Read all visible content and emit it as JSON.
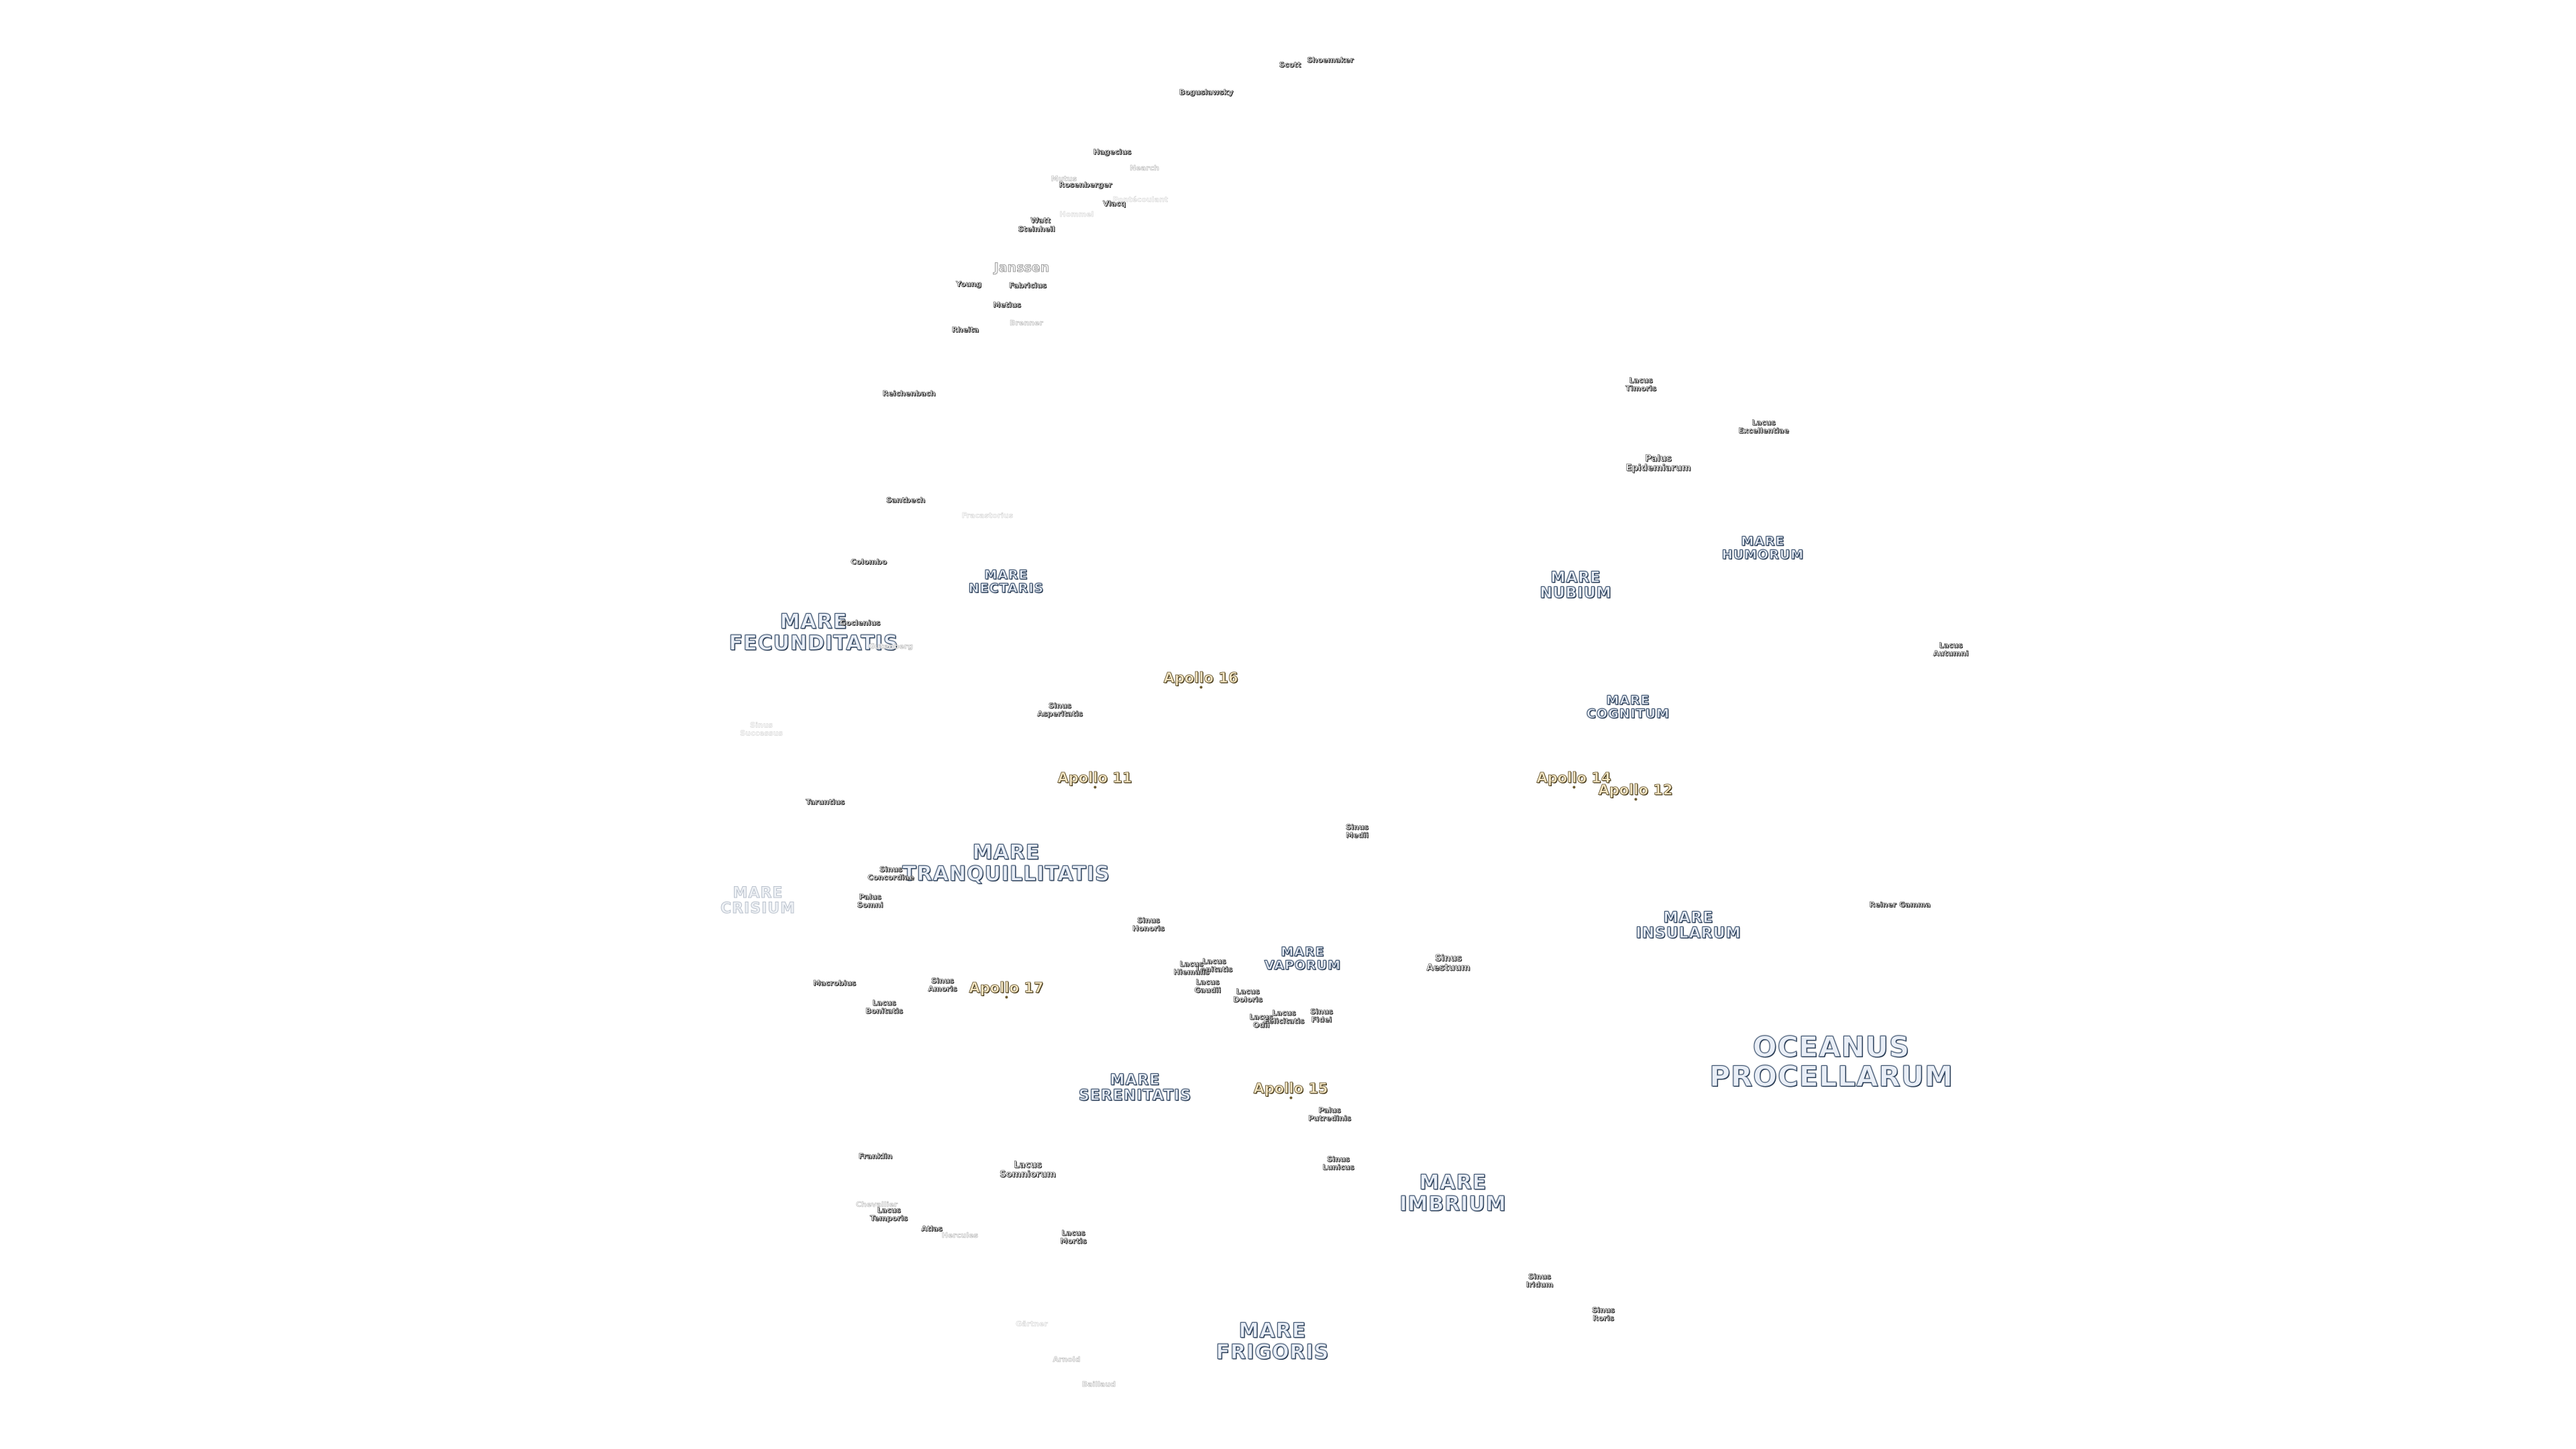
{
  "oceans": [
    {
      "id": "oceanus-procellarum",
      "lines": [
        "OCEANUS",
        "PROCELLARUM"
      ]
    }
  ],
  "maria": [
    {
      "id": "mare-fecunditatis",
      "lines": [
        "MARE",
        "FECUNDITATIS"
      ]
    },
    {
      "id": "mare-nectaris",
      "lines": [
        "MARE",
        "NECTARIS"
      ]
    },
    {
      "id": "mare-nubium",
      "lines": [
        "MARE",
        "NUBIUM"
      ]
    },
    {
      "id": "mare-humorum",
      "lines": [
        "MARE",
        "HUMORUM"
      ]
    },
    {
      "id": "mare-cognitum",
      "lines": [
        "MARE",
        "COGNITUM"
      ]
    },
    {
      "id": "mare-tranquillitatis",
      "lines": [
        "MARE",
        "TRANQUILLITATIS"
      ]
    },
    {
      "id": "mare-crisium",
      "lines": [
        "MARE",
        "CRISIUM"
      ]
    },
    {
      "id": "mare-insularum",
      "lines": [
        "MARE",
        "INSULARUM"
      ]
    },
    {
      "id": "mare-vaporum",
      "lines": [
        "MARE",
        "VAPORUM"
      ]
    },
    {
      "id": "mare-serenitatis",
      "lines": [
        "MARE",
        "SERENITATIS"
      ]
    },
    {
      "id": "mare-imbrium",
      "lines": [
        "MARE",
        "IMBRIUM"
      ]
    },
    {
      "id": "mare-frigoris",
      "lines": [
        "MARE",
        "FRIGORIS"
      ]
    }
  ],
  "apollo_sites": [
    {
      "id": "apollo-16",
      "label": "Apollo 16"
    },
    {
      "id": "apollo-11",
      "label": "Apollo 11"
    },
    {
      "id": "apollo-14",
      "label": "Apollo 14"
    },
    {
      "id": "apollo-12",
      "label": "Apollo 12"
    },
    {
      "id": "apollo-17",
      "label": "Apollo 17"
    },
    {
      "id": "apollo-15",
      "label": "Apollo 15"
    }
  ],
  "features": [
    {
      "id": "scott",
      "lines": [
        "Scott"
      ]
    },
    {
      "id": "shoemaker",
      "lines": [
        "Shoemaker"
      ]
    },
    {
      "id": "boguslawsky",
      "lines": [
        "Boguslawsky"
      ]
    },
    {
      "id": "hagecius",
      "lines": [
        "Hagecius"
      ]
    },
    {
      "id": "pontecoulant",
      "lines": [
        "Pontécoulant"
      ]
    },
    {
      "id": "nearch",
      "lines": [
        "Nearch"
      ]
    },
    {
      "id": "mutus",
      "lines": [
        "Mutus"
      ]
    },
    {
      "id": "rosenberger",
      "lines": [
        "Rosenberger"
      ]
    },
    {
      "id": "vlacq",
      "lines": [
        "Vlacq"
      ]
    },
    {
      "id": "hommel",
      "lines": [
        "Hommel"
      ]
    },
    {
      "id": "watt",
      "lines": [
        "Watt"
      ]
    },
    {
      "id": "steinheil",
      "lines": [
        "Steinheil"
      ]
    },
    {
      "id": "janssen",
      "lines": [
        "Janssen"
      ]
    },
    {
      "id": "young",
      "lines": [
        "Young"
      ]
    },
    {
      "id": "fabricius",
      "lines": [
        "Fabricius"
      ]
    },
    {
      "id": "metius",
      "lines": [
        "Metius"
      ]
    },
    {
      "id": "brenner",
      "lines": [
        "Brenner"
      ]
    },
    {
      "id": "rheita",
      "lines": [
        "Rheita"
      ]
    },
    {
      "id": "reichenbach",
      "lines": [
        "Reichenbach"
      ]
    },
    {
      "id": "santbech",
      "lines": [
        "Santbech"
      ]
    },
    {
      "id": "fracastorius",
      "lines": [
        "Fracastorius"
      ]
    },
    {
      "id": "colombo",
      "lines": [
        "Colombo"
      ]
    },
    {
      "id": "goclenius",
      "lines": [
        "Goclenius"
      ]
    },
    {
      "id": "gutenberg",
      "lines": [
        "Gutenberg"
      ]
    },
    {
      "id": "sinus-successus",
      "lines": [
        "Sinus",
        "Successus"
      ]
    },
    {
      "id": "sinus-asperitatis",
      "lines": [
        "Sinus",
        "Asperitatis"
      ]
    },
    {
      "id": "taruntius",
      "lines": [
        "Taruntius"
      ]
    },
    {
      "id": "sinus-medii",
      "lines": [
        "Sinus",
        "Medii"
      ]
    },
    {
      "id": "sinus-concordiae",
      "lines": [
        "Sinus",
        "Concordiae"
      ]
    },
    {
      "id": "palus-somni",
      "lines": [
        "Palus",
        "Somni"
      ]
    },
    {
      "id": "sinus-honoris",
      "lines": [
        "Sinus",
        "Honoris"
      ]
    },
    {
      "id": "lacus-timoris",
      "lines": [
        "Lacus",
        "Timoris"
      ]
    },
    {
      "id": "lacus-excellentiae",
      "lines": [
        "Lacus",
        "Excellentiae"
      ]
    },
    {
      "id": "palus-epidemiarum",
      "lines": [
        "Palus",
        "Epidemiarum"
      ]
    },
    {
      "id": "lacus-autumni",
      "lines": [
        "Lacus",
        "Autumni"
      ]
    },
    {
      "id": "reiner-gamma",
      "lines": [
        "Reiner Gamma"
      ]
    },
    {
      "id": "lacus-lenitatis",
      "lines": [
        "Lacus",
        "Lenitatis"
      ]
    },
    {
      "id": "lacus-hiemalis",
      "lines": [
        "Lacus",
        "Hiemalis"
      ]
    },
    {
      "id": "lacus-gaudii",
      "lines": [
        "Lacus",
        "Gaudii"
      ]
    },
    {
      "id": "lacus-doloris",
      "lines": [
        "Lacus",
        "Doloris"
      ]
    },
    {
      "id": "sinus-aestuum",
      "lines": [
        "Sinus",
        "Aestuum"
      ]
    },
    {
      "id": "macrobius",
      "lines": [
        "Macrobius"
      ]
    },
    {
      "id": "sinus-amoris",
      "lines": [
        "Sinus",
        "Amoris"
      ]
    },
    {
      "id": "lacus-bonitatis",
      "lines": [
        "Lacus",
        "Bonitatis"
      ]
    },
    {
      "id": "lacus-odii",
      "lines": [
        "Lacus",
        "Odii"
      ]
    },
    {
      "id": "lacus-felicitatis",
      "lines": [
        "Lacus",
        "Felicitatis"
      ]
    },
    {
      "id": "sinus-fidei",
      "lines": [
        "Sinus",
        "Fidei"
      ]
    },
    {
      "id": "palus-putredinis",
      "lines": [
        "Palus",
        "Putredinis"
      ]
    },
    {
      "id": "franklin",
      "lines": [
        "Franklin"
      ]
    },
    {
      "id": "lacus-somniorum",
      "lines": [
        "Lacus",
        "Somniorum"
      ]
    },
    {
      "id": "sinus-lunicus",
      "lines": [
        "Sinus",
        "Lunicus"
      ]
    },
    {
      "id": "chevallier",
      "lines": [
        "Chevallier"
      ]
    },
    {
      "id": "lacus-temporis",
      "lines": [
        "Lacus",
        "Temporis"
      ]
    },
    {
      "id": "atlas",
      "lines": [
        "Atlas"
      ]
    },
    {
      "id": "hercules",
      "lines": [
        "Hercules"
      ]
    },
    {
      "id": "lacus-mortis",
      "lines": [
        "Lacus",
        "Mortis"
      ]
    },
    {
      "id": "sinus-iridum",
      "lines": [
        "Sinus",
        "Iridum"
      ]
    },
    {
      "id": "sinus-roris",
      "lines": [
        "Sinus",
        "Roris"
      ]
    },
    {
      "id": "gartner",
      "lines": [
        "Gärtner"
      ]
    },
    {
      "id": "arnold",
      "lines": [
        "Arnold"
      ]
    },
    {
      "id": "baillaud",
      "lines": [
        "Baillaud"
      ]
    }
  ]
}
